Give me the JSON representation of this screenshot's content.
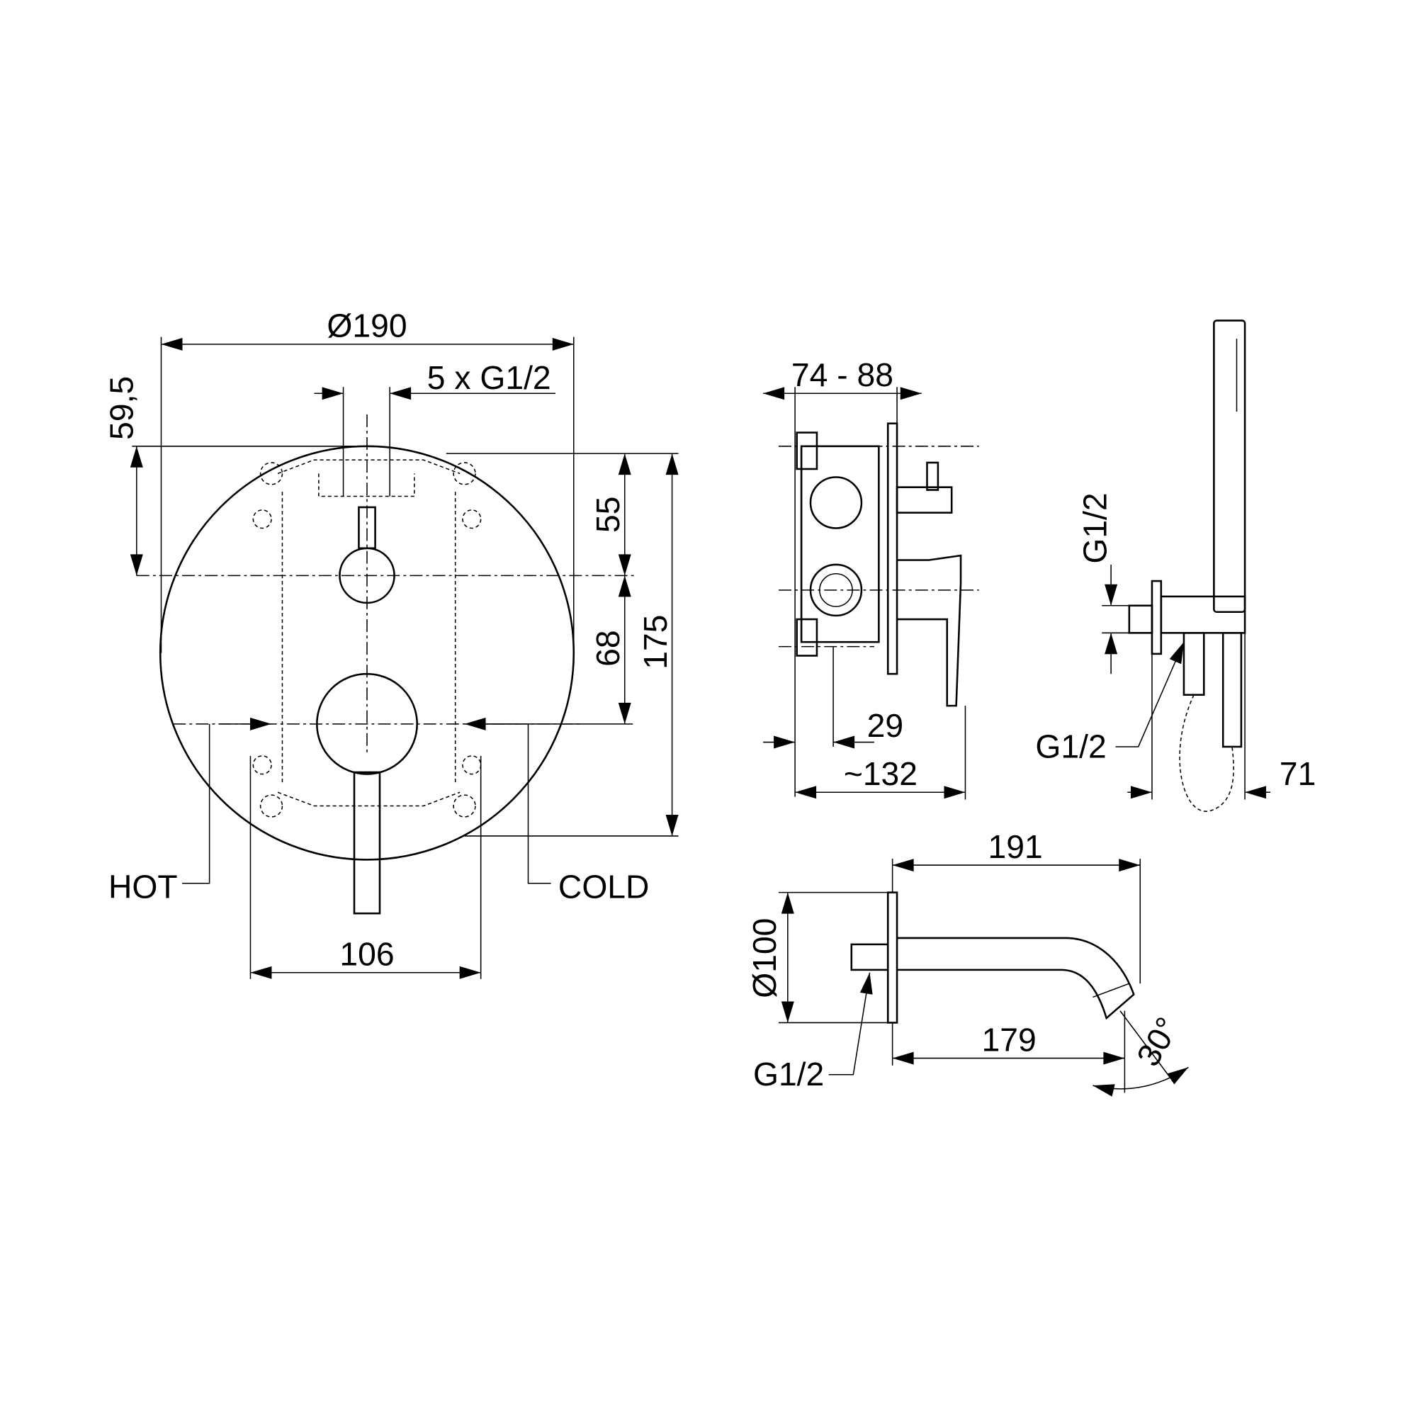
{
  "labels": {
    "dia190": "Ø190",
    "conn": "5 x G1/2",
    "d595": "59,5",
    "d55": "55",
    "d68": "68",
    "d175": "175",
    "hot": "HOT",
    "cold": "COLD",
    "d106": "106",
    "d7488": "74 - 88",
    "d29": "29",
    "d132": "~132",
    "g12_shower": "G1/2",
    "g12_hose": "G1/2",
    "d71": "71",
    "d191": "191",
    "dia100": "Ø100",
    "d179": "179",
    "g12_spout": "G1/2",
    "angle30": "30°"
  }
}
